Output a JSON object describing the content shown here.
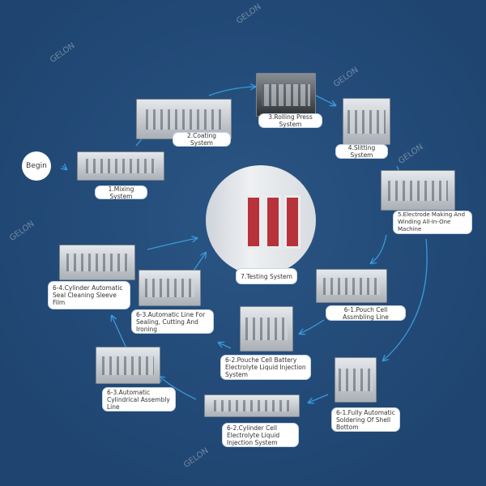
{
  "begin": "Begin",
  "watermark": "GELON",
  "steps": {
    "s1": "1.Mixing System",
    "s2": "2.Coating System",
    "s3": "3.Rolling Press System",
    "s4": "4.Slitting System",
    "s5": "5.Electrode Making And Winding All-In-One Machine",
    "s7": "7.Testing System",
    "p61": "6-1.Pouch Cell Assmbling Line",
    "p62": "6-2.Pouche Cell Battery Electrolyte Liquid Injection System",
    "p63": "6-3.Automatic Line For Sealing, Cutting And Ironing",
    "c64": "6-4.Cylinder Automatic Seal Cleaning Sleeve Film",
    "c63": "6-3.Automatic Cylindrical Assembly Line",
    "c62": "6-2.Cylinder Cell Electrolyte Liquid Injection System",
    "c61": "6-1.Fully Automatic Soldering Of Shell Bottom"
  },
  "colors": {
    "background": "#234a75",
    "arrow": "#3a9ad9",
    "label_bg": "#ffffff"
  }
}
